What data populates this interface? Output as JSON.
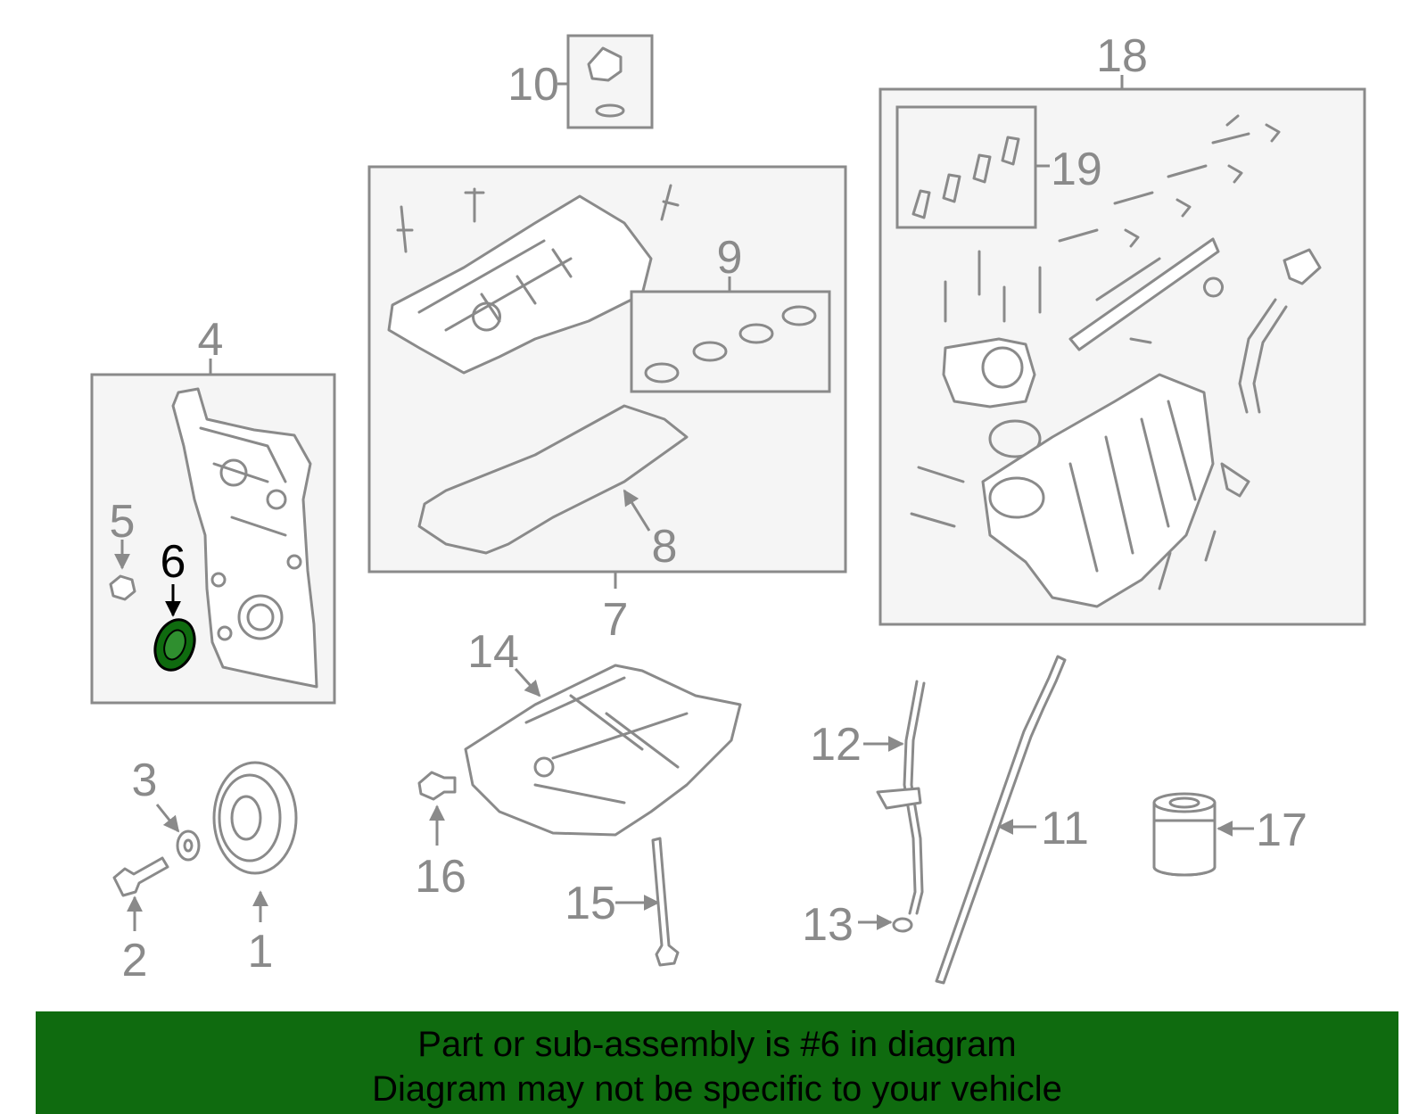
{
  "callouts": {
    "c1": "1",
    "c2": "2",
    "c3": "3",
    "c4": "4",
    "c5": "5",
    "c6": "6",
    "c7": "7",
    "c8": "8",
    "c9": "9",
    "c10": "10",
    "c11": "11",
    "c12": "12",
    "c13": "13",
    "c14": "14",
    "c15": "15",
    "c16": "16",
    "c17": "17",
    "c18": "18",
    "c19": "19"
  },
  "highlight": {
    "part": "6",
    "color": "#0f6b0f"
  },
  "banner": {
    "line1": "Part or sub-assembly is #6 in diagram",
    "line2": "Diagram may not be specific to your vehicle",
    "background": "#0f6b0f"
  }
}
